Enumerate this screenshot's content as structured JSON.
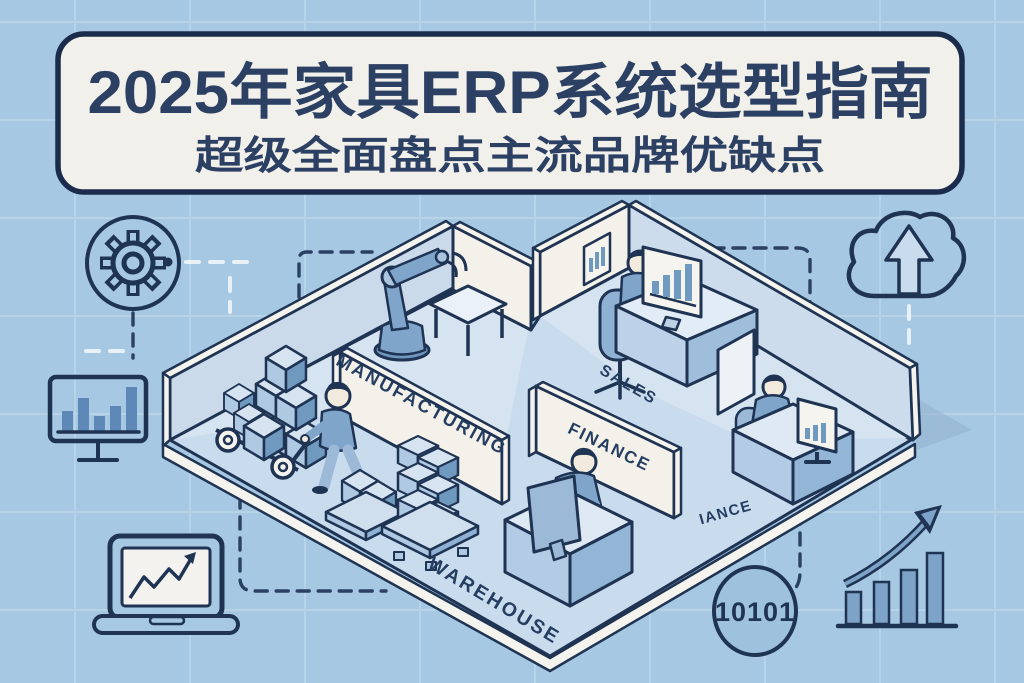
{
  "banner": {
    "title": "2025年家具ERP系统选型指南",
    "subtitle": "超级全面盘点主流品牌优缺点"
  },
  "rooms": {
    "manufacturing": "MANUFACTURING",
    "sales": "SALES",
    "finance": "FINANCE",
    "warehouse": "WAREHOUSE",
    "ance": "IANCE"
  },
  "badges": {
    "binary": "10101"
  },
  "icons": {
    "left": [
      "gear-icon",
      "bar-chart-monitor-icon",
      "trend-laptop-icon"
    ],
    "right": [
      "cloud-upload-icon",
      "growth-chart-icon",
      "binary-data-icon"
    ]
  },
  "colors": {
    "background": "#a6c8e2",
    "outline_navy": "#1f3353",
    "banner_fill": "#f2f0ea",
    "banner_text": "#2c4064",
    "wall_white": "#f3f1ea",
    "wall_inner": "#cbdaeb",
    "floor": "#c9dcee",
    "accent_blue": "#7fa6ca",
    "bar_blue": "#6e96bd"
  }
}
